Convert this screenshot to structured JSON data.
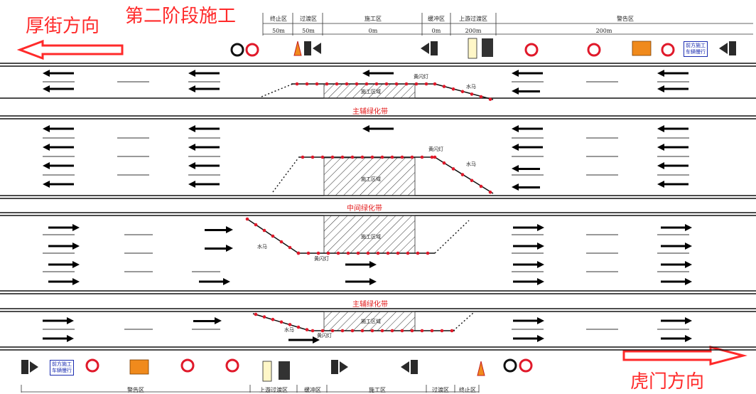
{
  "directions": {
    "west": "厚街方向",
    "east": "虎门方向"
  },
  "stage_title": "第二阶段施工",
  "top_zones": [
    {
      "name": "终止区",
      "length": "50m"
    },
    {
      "name": "过渡区",
      "length": "50m"
    },
    {
      "name": "施工区",
      "length": "0m"
    },
    {
      "name": "缓冲区",
      "length": "0m"
    },
    {
      "name": "上游过渡区",
      "length": "200m"
    },
    {
      "name": "警告区",
      "length": "200m"
    }
  ],
  "bottom_zones": [
    {
      "name": "警告区"
    },
    {
      "name": "上游过渡区"
    },
    {
      "name": "缓冲区"
    },
    {
      "name": "施工区"
    },
    {
      "name": "过渡区"
    },
    {
      "name": "终止区"
    }
  ],
  "bands": {
    "aux_top": "主辅绿化带",
    "median": "中间绿化带",
    "aux_bottom": "主辅绿化带"
  },
  "labels": {
    "work_area": "施工区域",
    "flash_light": "黄闪灯",
    "water_barrier": "水马",
    "road_work_sign": "前方施工\n车辆慢行",
    "road_work_line1": "前方施工",
    "road_work_line2": "车辆慢行"
  },
  "colors": {
    "accent_red": "#ff2a2a",
    "cone_dot": "#e0192a",
    "sign_blue": "#1a2bb0"
  }
}
